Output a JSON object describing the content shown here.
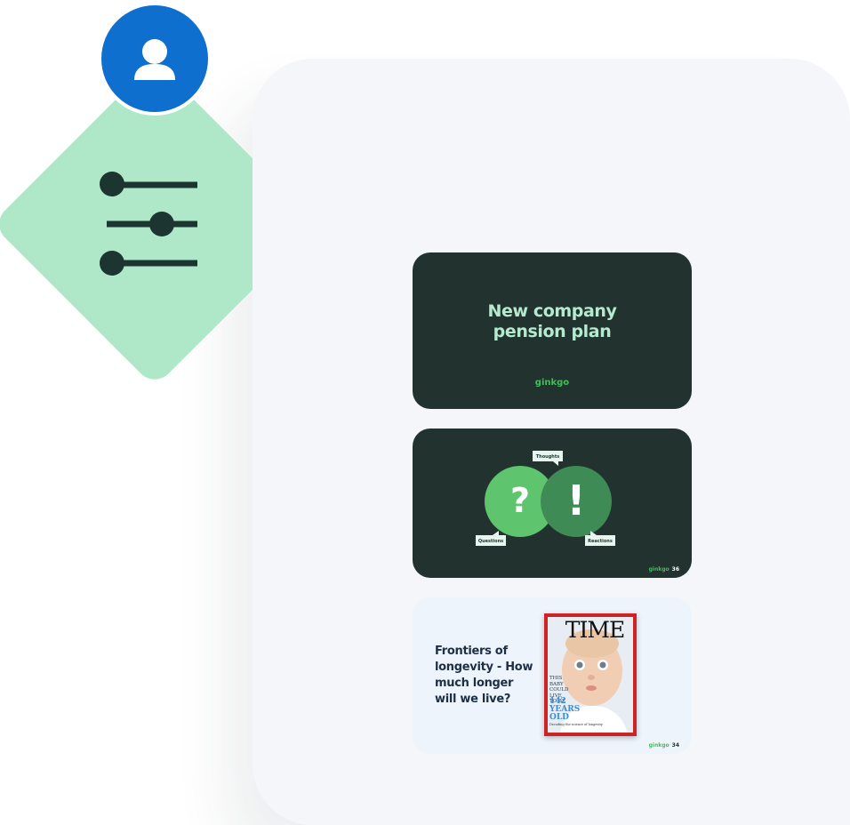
{
  "icons": {
    "avatar": "user-icon",
    "filter": "sliders-icon"
  },
  "colors": {
    "avatar_blue": "#0f6fcf",
    "mint": "#aee8c9",
    "slide_dark": "#22332f",
    "brand_green": "#3fbf5a"
  },
  "slides": [
    {
      "title_line1": "New company",
      "title_line2": "pension plan",
      "brand": "ginkgo"
    },
    {
      "labels": {
        "top": "Thoughts",
        "left": "Questions",
        "right": "Reactions"
      },
      "glyph_left": "?",
      "glyph_right": "!",
      "brand": "ginkgo",
      "page": "36"
    },
    {
      "title_lines": [
        "Frontiers of",
        "longevity - How",
        "much longer",
        "will we live?"
      ],
      "cover": {
        "masthead": "TIME",
        "lines": [
          "THIS",
          "BABY",
          "COULD",
          "LIVE",
          "TO BE"
        ],
        "big": [
          "142",
          "YEARS",
          "OLD"
        ],
        "sub": "Decoding the science of longevity"
      },
      "brand": "ginkgo",
      "page": "34"
    }
  ]
}
